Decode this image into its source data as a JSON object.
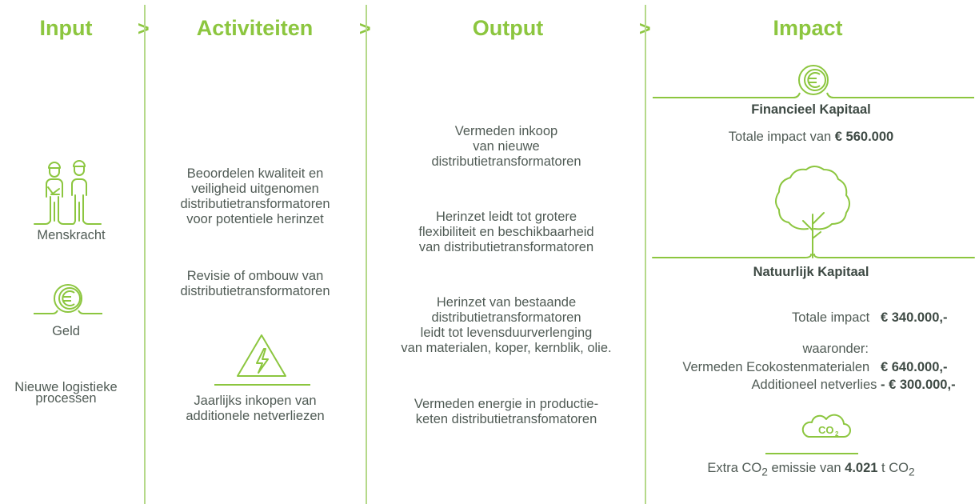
{
  "columns": {
    "input": {
      "title": "Input",
      "items": {
        "menskracht": "Menskracht",
        "geld": "Geld",
        "logistiek_line1": "Nieuwe logistieke",
        "logistiek_line2": "processen"
      }
    },
    "activiteiten": {
      "title": "Activiteiten",
      "items": {
        "a1": [
          "Beoordelen kwaliteit en",
          "veiligheid uitgenomen",
          "distributietransformatoren",
          "voor potentiele herinzet"
        ],
        "a2": [
          "Revisie of ombouw van",
          "distributietransformatoren"
        ],
        "a3": [
          "Jaarlijks inkopen van",
          "additionele netverliezen"
        ]
      }
    },
    "output": {
      "title": "Output",
      "items": {
        "o1": [
          "Vermeden inkoop",
          "van nieuwe",
          "distributietransformatoren"
        ],
        "o2": [
          "Herinzet leidt tot grotere",
          "flexibiliteit en beschikbaarheid",
          "van distributietransformatoren"
        ],
        "o3": [
          "Herinzet van bestaande",
          "distributietransformatoren",
          "leidt tot levensduurverlenging",
          "van materialen, koper, kernblik, olie."
        ],
        "o4": [
          "Vermeden energie in productie-",
          "keten distributietransfomatoren"
        ]
      }
    },
    "impact": {
      "title": "Impact",
      "financieel": {
        "heading": "Financieel Kapitaal",
        "impact_prefix": "Totale impact van ",
        "impact_value": "€ 560.000"
      },
      "natuurlijk": {
        "heading": "Natuurlijk Kapitaal",
        "totale_label": "Totale impact",
        "totale_value": "€ 340.000,-",
        "waaronder": "waaronder:",
        "eco_label": "Vermeden Ecokostenmaterialen",
        "eco_value": "€ 640.000,-",
        "net_label": "Additioneel netverlies",
        "net_value": "- € 300.000,-"
      },
      "co2": {
        "icon_label": "CO",
        "icon_sub": "2",
        "prefix": "Extra CO",
        "sub1": "2",
        "middle": " emissie van ",
        "value": "4.021",
        "unit": " t CO",
        "sub2": "2"
      }
    }
  },
  "separator": ">",
  "colors": {
    "accent": "#8cc63f",
    "text": "#505b55",
    "divider": "#b5d98a"
  },
  "icons": [
    "workers-icon",
    "euro-coin-icon",
    "lightning-warning-icon",
    "tree-icon",
    "co2-cloud-icon"
  ]
}
